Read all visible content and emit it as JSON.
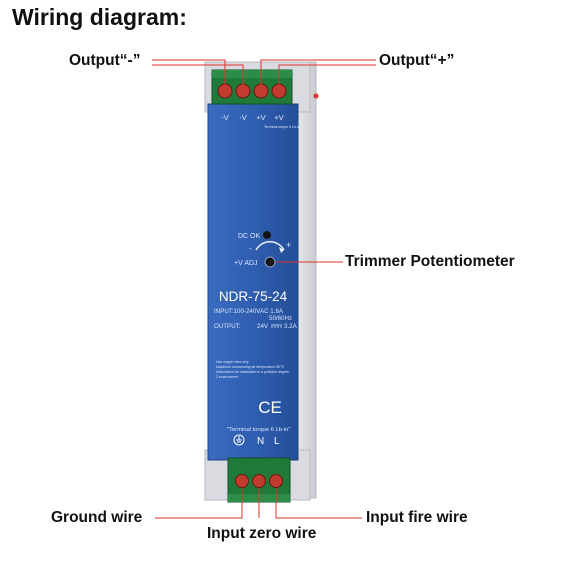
{
  "title": "Wiring diagram:",
  "callouts": {
    "output_minus": "Output“-”",
    "output_plus": "Output“+”",
    "trimmer": "Trimmer Potentiometer",
    "ground": "Ground wire",
    "input_zero": "Input zero wire",
    "input_fire": "Input fire wire"
  },
  "device": {
    "model": "NDR-75-24",
    "input_line": "INPUT:100-240VAC  1.6A",
    "freq_line": "50/60Hz",
    "output_label": "OUTPUT:",
    "output_voltage": "24V",
    "output_current": "3.2A",
    "dc_ok_label": "DC OK",
    "v_adj_label": "+V ADJ",
    "adj_plus": "+",
    "adj_minus": "-",
    "top_terminals": [
      "-V",
      "-V",
      "+V",
      "+V"
    ],
    "top_torque_note": "Terminal torque 6 Lb-in",
    "fine_print": [
      "Use copper wire only",
      "Maximum surrounding air temperature 50°C",
      "Instructions for installation in a pollution degree",
      "2 environment"
    ],
    "ce_mark": "CE",
    "torque_note": "\"Terminal torque 6 Lb-in\"",
    "n_label": "N",
    "l_label": "L"
  },
  "colors": {
    "wire": "#e0322a",
    "panel_blue": "#2e5aa8",
    "terminal_green": "#1f7a3a",
    "housing_grey": "#d6d8dc"
  }
}
